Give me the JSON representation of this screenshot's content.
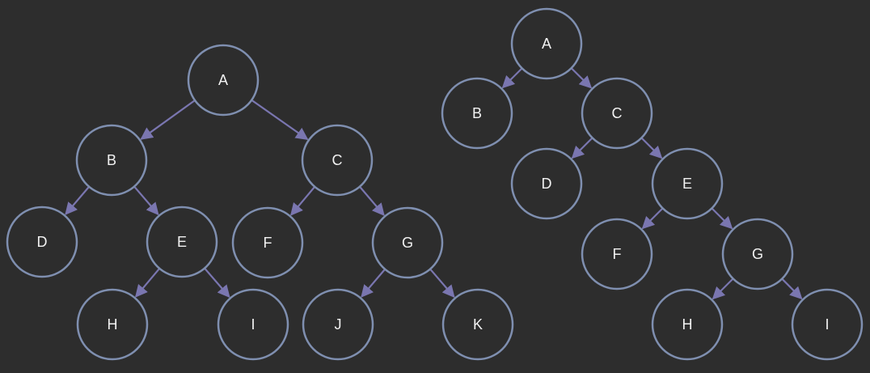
{
  "colors": {
    "background": "#2d2d2d",
    "node_stroke": "#7f8fb0",
    "edge": "#7a76b0",
    "text": "#f2f2f2"
  },
  "trees": [
    {
      "nodes": [
        {
          "id": "A",
          "label": "A"
        },
        {
          "id": "B",
          "label": "B"
        },
        {
          "id": "C",
          "label": "C"
        },
        {
          "id": "D",
          "label": "D"
        },
        {
          "id": "E",
          "label": "E"
        },
        {
          "id": "F",
          "label": "F"
        },
        {
          "id": "G",
          "label": "G"
        },
        {
          "id": "H",
          "label": "H"
        },
        {
          "id": "I",
          "label": "I"
        },
        {
          "id": "J",
          "label": "J"
        },
        {
          "id": "K",
          "label": "K"
        }
      ],
      "edges": [
        [
          "A",
          "B"
        ],
        [
          "A",
          "C"
        ],
        [
          "B",
          "D"
        ],
        [
          "B",
          "E"
        ],
        [
          "C",
          "F"
        ],
        [
          "C",
          "G"
        ],
        [
          "E",
          "H"
        ],
        [
          "E",
          "I"
        ],
        [
          "G",
          "J"
        ],
        [
          "G",
          "K"
        ]
      ]
    },
    {
      "nodes": [
        {
          "id": "A",
          "label": "A"
        },
        {
          "id": "B",
          "label": "B"
        },
        {
          "id": "C",
          "label": "C"
        },
        {
          "id": "D",
          "label": "D"
        },
        {
          "id": "E",
          "label": "E"
        },
        {
          "id": "F",
          "label": "F"
        },
        {
          "id": "G",
          "label": "G"
        },
        {
          "id": "H",
          "label": "H"
        },
        {
          "id": "I",
          "label": "I"
        }
      ],
      "edges": [
        [
          "A",
          "B"
        ],
        [
          "A",
          "C"
        ],
        [
          "C",
          "D"
        ],
        [
          "C",
          "E"
        ],
        [
          "E",
          "F"
        ],
        [
          "E",
          "G"
        ],
        [
          "G",
          "H"
        ],
        [
          "G",
          "I"
        ]
      ]
    }
  ]
}
